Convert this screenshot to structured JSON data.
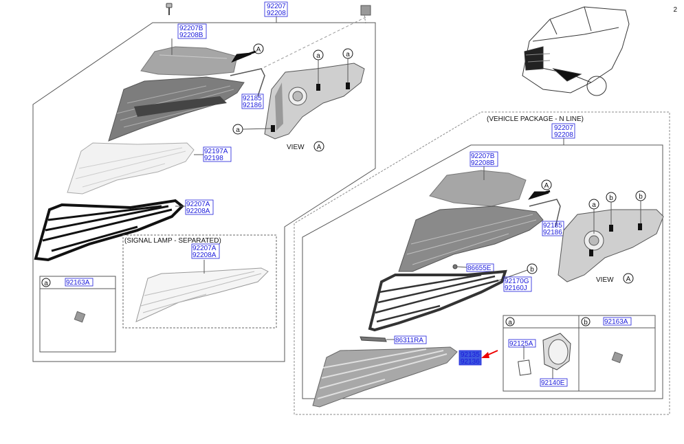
{
  "page_number": "2",
  "texts": {
    "view_left": "VIEW",
    "view_right": "VIEW",
    "signal_lamp": "(SIGNAL LAMP - SEPARATED)",
    "n_line": "(VEHICLE PACKAGE - N LINE)"
  },
  "callouts": {
    "a": "a",
    "b": "b",
    "A": "A"
  },
  "labels": {
    "top_main_1": "92207",
    "top_main_2": "92208",
    "l_cover_1": "92207B",
    "l_cover_2": "92208B",
    "l_wire_1": "92185",
    "l_wire_2": "92186",
    "l_lens_1": "92197A",
    "l_lens_2": "92198",
    "l_bezel_1": "92207A",
    "l_bezel_2": "92208A",
    "l_sig_1": "92207A",
    "l_sig_2": "92208A",
    "l_box_a": "92163A",
    "r_main_1": "92207",
    "r_main_2": "92208",
    "r_cover_1": "92207B",
    "r_cover_2": "92208B",
    "r_wire_1": "92185",
    "r_wire_2": "92186",
    "r_clip": "86655E",
    "r_bezel_1": "92170G",
    "r_bezel_2": "92160J",
    "r_strip": "86311RA",
    "r_grille_1": "92135",
    "r_grille_2": "92136",
    "r_box_a1": "92125A",
    "r_box_a2": "92140E",
    "r_box_b": "92163A"
  }
}
